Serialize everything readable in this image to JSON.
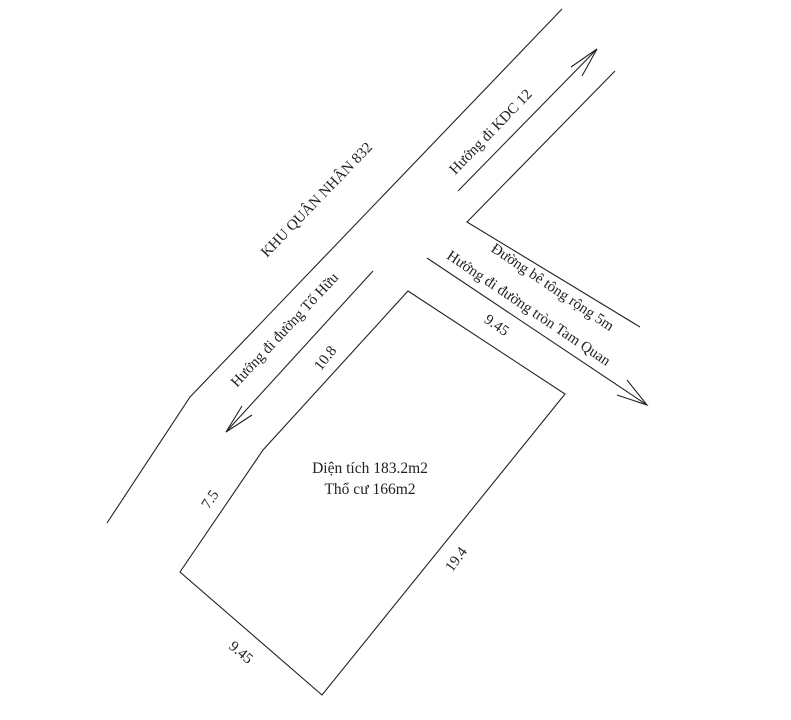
{
  "labels": {
    "khu_quan_nhan": "KHU QUÂN NHÂN 832",
    "huong_kdc": "Hướng đi KDC 12",
    "huong_to_huu": "Hướng đi đường Tố Hữu",
    "duong_be_tong": "Đường bê tông rộng 5m",
    "huong_tam_quan": "Hướng đi đường tròn Tam Quan",
    "area": "Diện tích 183.2m2",
    "residential": "Thổ cư 166m2"
  },
  "dimensions": {
    "top_left": "10.8",
    "top_right": "9.45",
    "left": "7.5",
    "right": "19.4",
    "bottom": "9.45"
  },
  "colors": {
    "line": "#222222",
    "background": "#ffffff"
  }
}
